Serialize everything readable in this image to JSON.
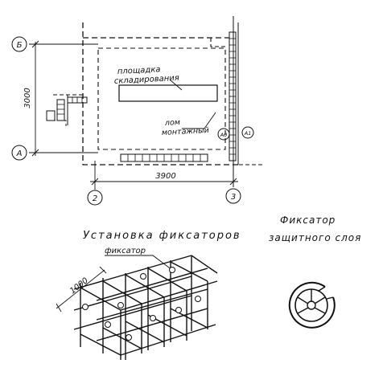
{
  "plan": {
    "axis_b": "Б",
    "axis_a": "А",
    "axis_2": "2",
    "axis_3": "3",
    "axis_a1": "А1",
    "axis_a0": "А0",
    "dim_vertical": "3000",
    "dim_horizontal": "3900",
    "storage_label_line1": "площадка",
    "storage_label_line2": "складирования",
    "scrap_label_line1": "лом",
    "scrap_label_line2": "монтажный"
  },
  "fixers": {
    "title": "Установка фиксаторов",
    "fixer_label": "фиксатор",
    "dim": "1000"
  },
  "detail": {
    "title_line1": "Фиксатор",
    "title_line2": "защитного слоя"
  }
}
